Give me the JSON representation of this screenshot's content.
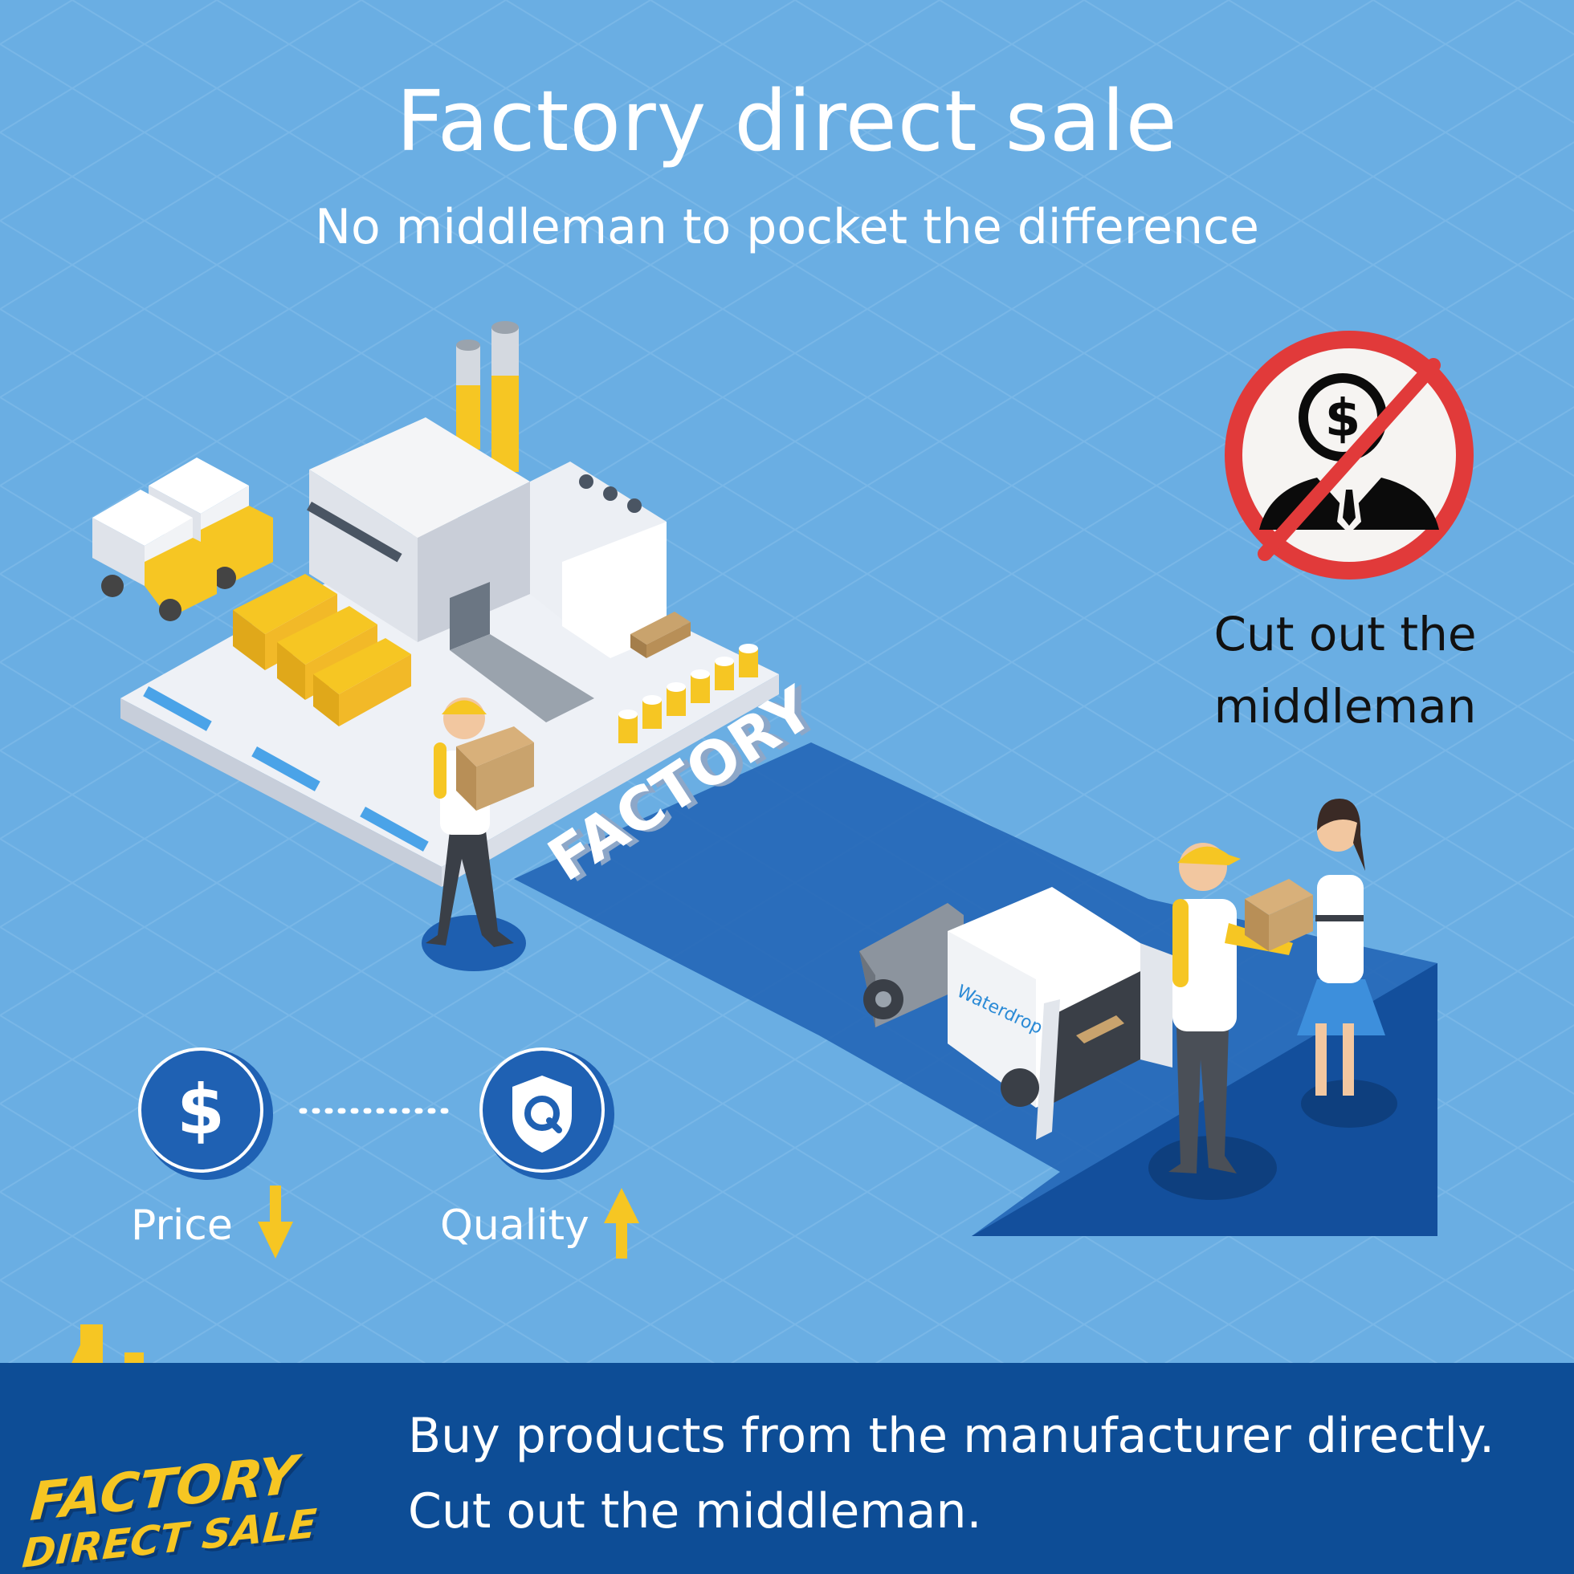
{
  "header": {
    "title": "Factory direct sale",
    "subtitle": "No middleman to pocket the difference"
  },
  "no_middleman_badge": {
    "label_line1": "Cut out the",
    "label_line2": "middleman",
    "ring_color": "#e13a3a",
    "icon": "no-middleman-icon"
  },
  "factory_sign": {
    "text": "FACTORY"
  },
  "van": {
    "brand": "Waterdrop"
  },
  "benefits": {
    "price": {
      "label": "Price",
      "icon": "dollar-icon",
      "direction": "down"
    },
    "quality": {
      "label": "Quality",
      "icon": "quality-shield-icon",
      "direction": "up"
    }
  },
  "footer": {
    "logo_line1": "FACTORY",
    "logo_line2": "DIRECT SALE",
    "line1": "Buy products from the manufacturer directly.",
    "line2": "Cut out the middleman."
  },
  "colors": {
    "background": "#6aaee3",
    "footer_bar": "#0d4d96",
    "accent_yellow": "#f6c623",
    "path_blue": "#1e5fb0"
  }
}
